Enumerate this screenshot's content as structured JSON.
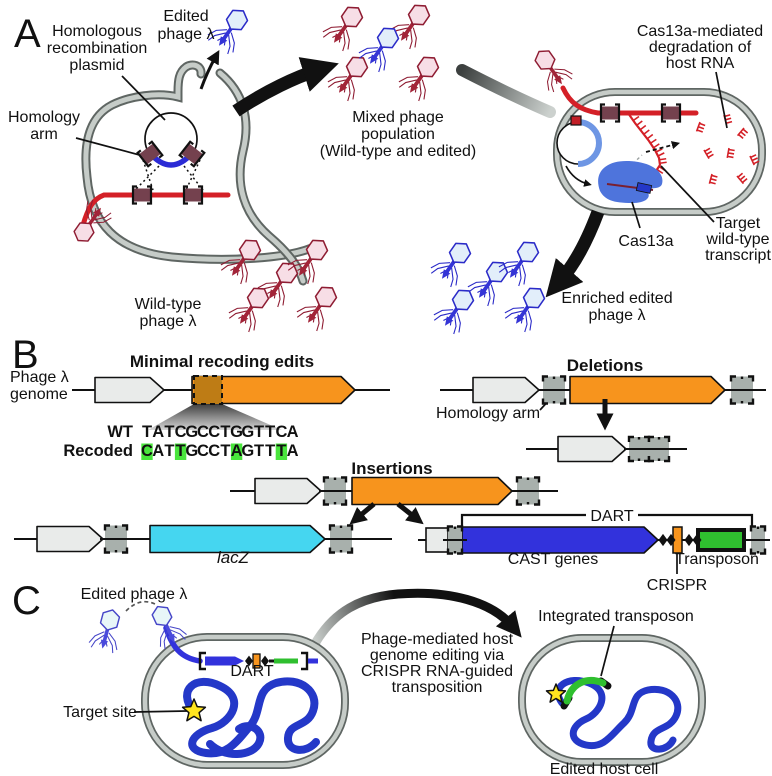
{
  "panelA": {
    "letter": "A",
    "homologous_plasmid": [
      "Homologous",
      "recombination",
      "plasmid"
    ],
    "edited_phage": [
      "Edited",
      "phage λ"
    ],
    "homology_arm": [
      "Homology",
      "arm"
    ],
    "mixed_population": [
      "Mixed phage",
      "population",
      "(Wild-type and edited)"
    ],
    "cas13a_degradation": [
      "Cas13a-mediated",
      "degradation of",
      "host RNA"
    ],
    "cas13a_label": "Cas13a",
    "target_transcript": [
      "Target",
      "wild-type",
      "transcript"
    ],
    "wildtype_phage": [
      "Wild-type",
      "phage λ"
    ],
    "enriched_phage": [
      "Enriched edited",
      "phage λ"
    ],
    "phage_counts": {
      "mixed_wildtype": 4,
      "mixed_edited": 1,
      "wildtype_cluster": 5,
      "enriched_cluster": 5
    }
  },
  "panelB": {
    "letter": "B",
    "phage_genome": [
      "Phage λ",
      "genome"
    ],
    "titles": {
      "minimal": "Minimal recoding edits",
      "deletions": "Deletions",
      "insertions": "Insertions"
    },
    "sequence": {
      "wt_label": "WT",
      "recoded_label": "Recoded",
      "wt": "TATCGCCTGGTTCA",
      "recoded": "CATTGCCTAGTTTA",
      "highlight_positions": [
        0,
        3,
        8,
        12
      ],
      "highlight_color": "#49E53C"
    },
    "homology_arm_label": "Homology arm",
    "lacz": "lacZ",
    "dart": "DART",
    "cast_genes": "CAST genes",
    "crispr": "CRISPR",
    "transposon": "Transposon"
  },
  "panelC": {
    "letter": "C",
    "edited_phage": "Edited phage λ",
    "dart": "DART",
    "target_site": "Target site",
    "process": [
      "Phage-mediated host",
      "genome editing via",
      "CRISPR RNA-guided",
      "transposition"
    ],
    "integrated_transposon": "Integrated transposon",
    "edited_host_cell": "Edited host cell"
  },
  "colors": {
    "orange_gene": "#F7941D",
    "orange_highlight": "#BE7C15",
    "cyan_gene": "#45D6F0",
    "cast_blue": "#3232DC",
    "transposon_green": "#2FBF2F",
    "genome_red": "#D42027",
    "gray_gene": "#E9EBEA",
    "homology_gray": "#A8B0AC",
    "arm_maroon": "#74414E",
    "cas13a_blue": "#4E74DC",
    "plasmid_blue": "#6E96E4",
    "dna_blue": "#2438C8",
    "star_yellow": "#FFE51F"
  }
}
